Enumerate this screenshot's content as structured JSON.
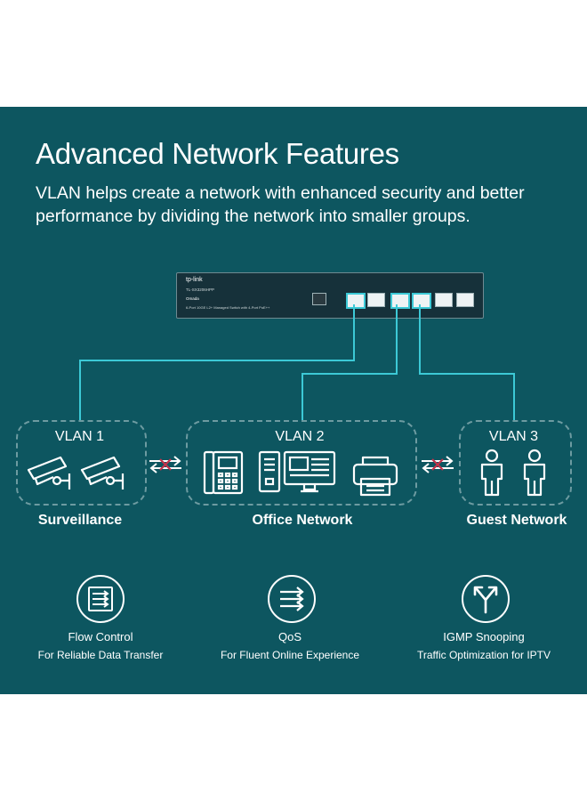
{
  "heading": {
    "title": "Advanced Network Features",
    "description": "VLAN helps create a network with enhanced security and better performance by dividing the network into smaller groups."
  },
  "switch": {
    "brand": "tp-link",
    "model": "TL-SX3206HPP",
    "platform": "Omada",
    "description": "6-Port 10GE L2+ Managed Switch with 4-Port PoE++"
  },
  "groups": [
    {
      "vlan": "VLAN 1",
      "label": "Surveillance",
      "icons": [
        "camera-icon",
        "camera-icon"
      ]
    },
    {
      "vlan": "VLAN 2",
      "label": "Office Network",
      "icons": [
        "ip-phone-icon",
        "pc-icon",
        "printer-icon"
      ]
    },
    {
      "vlan": "VLAN 3",
      "label": "Guest Network",
      "icons": [
        "person-icon",
        "person-icon"
      ]
    }
  ],
  "separators": [
    "blocked-icon",
    "blocked-icon"
  ],
  "features": [
    {
      "title": "Flow Control",
      "subtitle": "For Reliable Data Transfer",
      "icon": "flow-control-icon"
    },
    {
      "title": "QoS",
      "subtitle": "For Fluent Online Experience",
      "icon": "qos-icon"
    },
    {
      "title": "IGMP Snooping",
      "subtitle": "Traffic Optimization for IPTV",
      "icon": "igmp-icon"
    }
  ],
  "colors": {
    "background": "#0d5660",
    "line": "#3cc9d6",
    "dashed_border": "#6d9ba1",
    "blocked": "#c2334a"
  }
}
